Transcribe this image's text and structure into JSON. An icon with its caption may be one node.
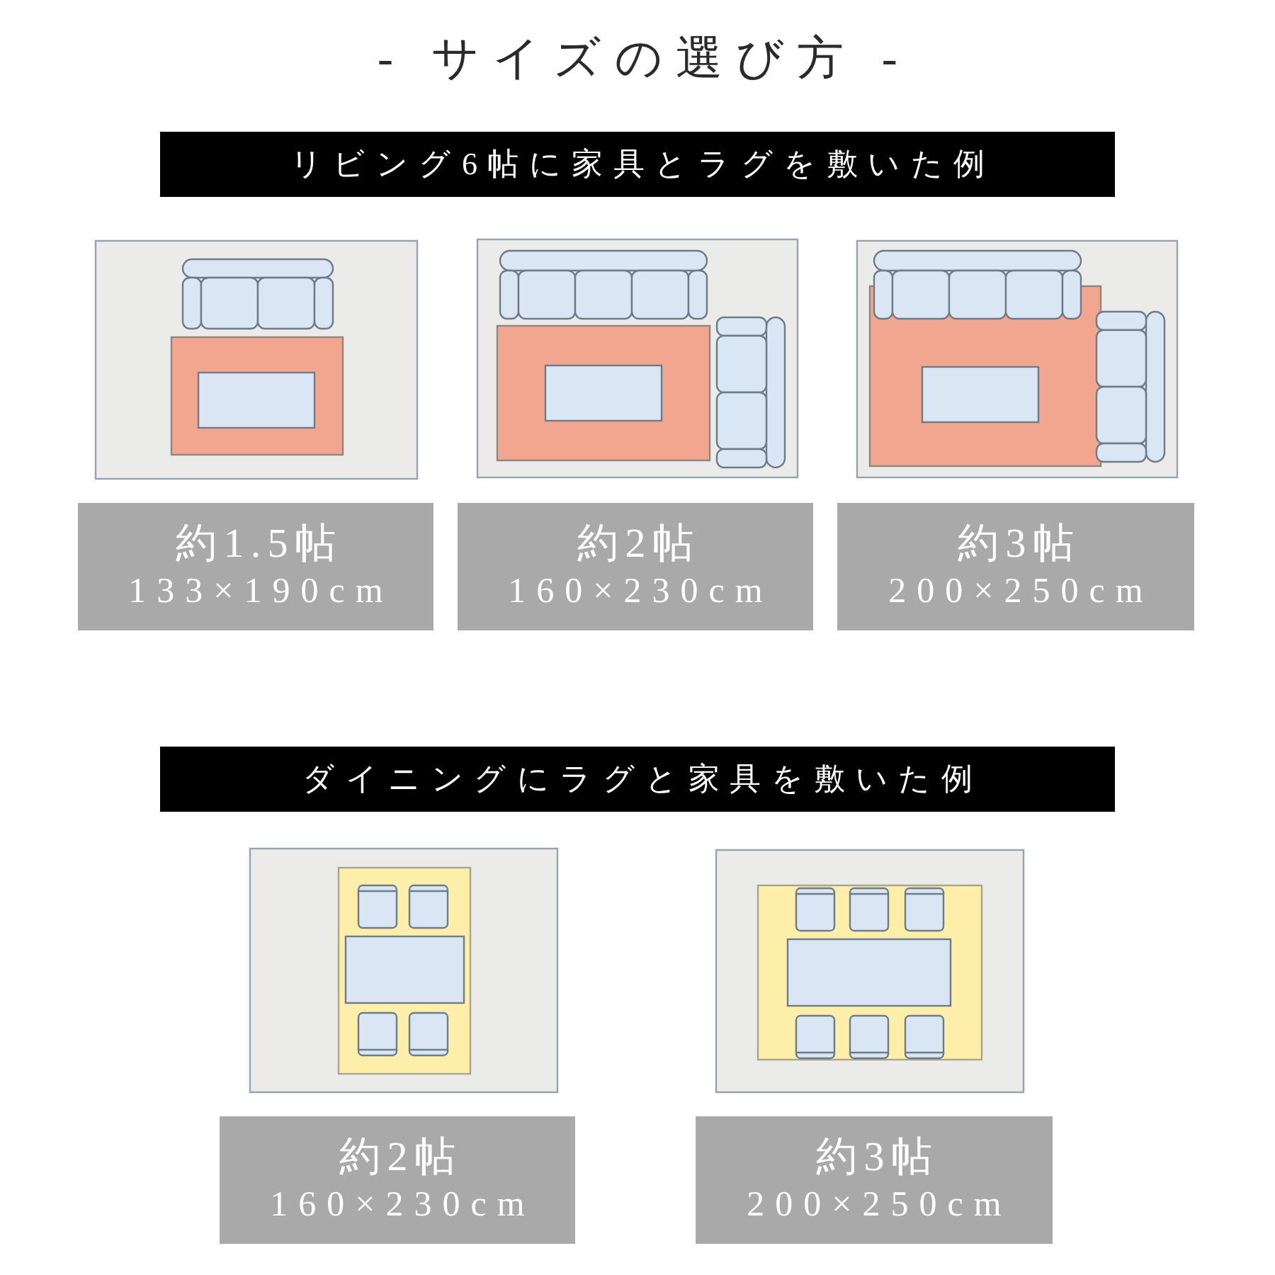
{
  "diagram": {
    "title": "- サイズの選び方 -",
    "nodes": [
      {
        "text": [
          "リビング6帖に家具とラグを敷いた例"
        ]
      },
      {
        "text": [
          "約1.5帖",
          "133×190cm"
        ]
      },
      {
        "text": [
          "約2帖",
          "160×230cm"
        ]
      },
      {
        "text": [
          "約3帖",
          "200×250cm"
        ]
      },
      {
        "text": [
          "ダイニングにラグと家具を敷いた例"
        ]
      },
      {
        "text": [
          "約2帖",
          "160×230cm"
        ]
      },
      {
        "text": [
          "約3帖",
          "200×250cm"
        ]
      }
    ]
  }
}
